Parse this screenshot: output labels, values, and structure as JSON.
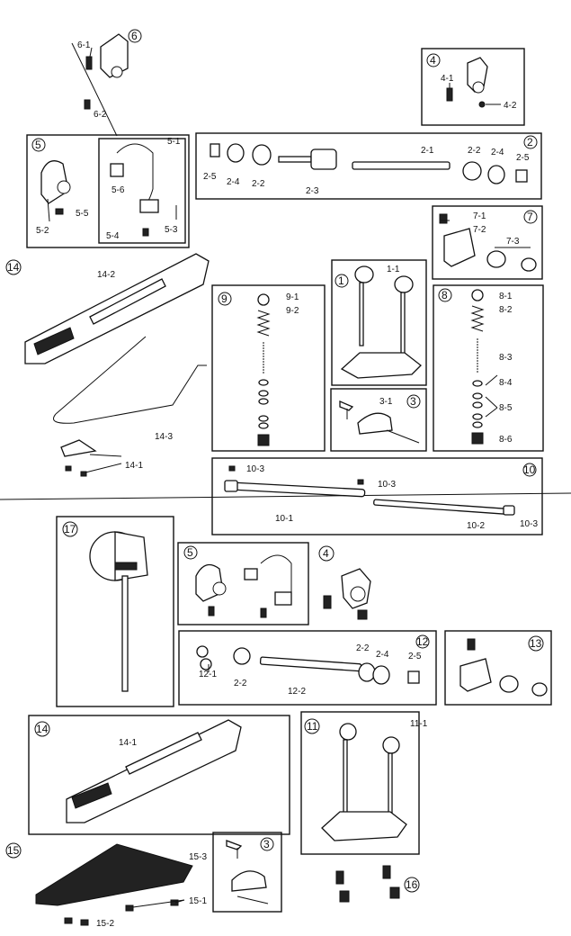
{
  "diagram": {
    "boxes": [
      {
        "id": "4",
        "label": "4"
      },
      {
        "id": "5",
        "label": "5"
      },
      {
        "id": "2",
        "label": "2"
      },
      {
        "id": "7",
        "label": "7"
      },
      {
        "id": "1",
        "label": "1"
      },
      {
        "id": "9",
        "label": "9"
      },
      {
        "id": "8",
        "label": "8"
      },
      {
        "id": "3",
        "label": "3"
      },
      {
        "id": "10",
        "label": "10"
      },
      {
        "id": "17",
        "label": "17"
      },
      {
        "id": "5b",
        "label": "5"
      },
      {
        "id": "12",
        "label": "12"
      },
      {
        "id": "13",
        "label": "13"
      },
      {
        "id": "14b",
        "label": "14"
      },
      {
        "id": "11",
        "label": "11"
      },
      {
        "id": "3b",
        "label": "3"
      }
    ],
    "free_numbers": [
      {
        "id": "6",
        "label": "6"
      },
      {
        "id": "14",
        "label": "14"
      },
      {
        "id": "4b",
        "label": "4"
      },
      {
        "id": "15",
        "label": "15"
      },
      {
        "id": "16",
        "label": "16"
      }
    ],
    "part_labels": [
      "6-1",
      "6-2",
      "4-1",
      "4-2",
      "5-1",
      "5-6",
      "5-5",
      "5-2",
      "5-4",
      "5-3",
      "2-5",
      "2-4",
      "2-2",
      "2-3",
      "2-1",
      "2-2",
      "2-4",
      "2-5",
      "7-1",
      "7-2",
      "7-3",
      "14-2",
      "14-3",
      "14-1",
      "1-1",
      "9-1",
      "9-2",
      "8-1",
      "8-2",
      "8-3",
      "8-4",
      "8-5",
      "8-6",
      "3-1",
      "10-3",
      "10-3",
      "10-1",
      "10-2",
      "10-3",
      "12-1",
      "2-2",
      "12-2",
      "2-2",
      "2-4",
      "2-5",
      "14-1",
      "11-1",
      "15-3",
      "15-1",
      "15-2"
    ]
  }
}
